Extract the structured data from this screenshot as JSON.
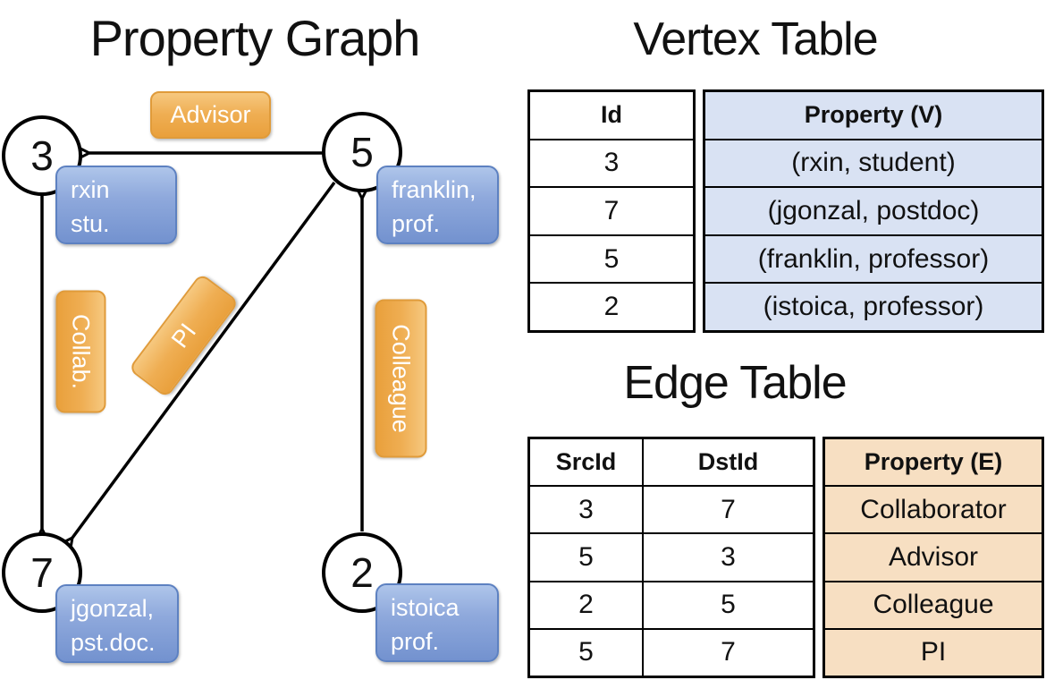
{
  "graph": {
    "title": "Property Graph",
    "nodes": [
      {
        "id": "3"
      },
      {
        "id": "5"
      },
      {
        "id": "7"
      },
      {
        "id": "2"
      }
    ],
    "edge_labels": [
      {
        "label": "Advisor"
      },
      {
        "label": "Collab."
      },
      {
        "label": "PI"
      },
      {
        "label": "Colleague"
      }
    ],
    "property_boxes": [
      {
        "line1": "rxin",
        "line2": "stu."
      },
      {
        "line1": "franklin,",
        "line2": "prof."
      },
      {
        "line1": "jgonzal,",
        "line2": "pst.doc."
      },
      {
        "line1": "istoica",
        "line2": "prof."
      }
    ]
  },
  "vertex_table": {
    "title": "Vertex Table",
    "headers": {
      "id": "Id",
      "property": "Property (V)"
    },
    "rows": [
      {
        "id": "3",
        "property": "(rxin, student)"
      },
      {
        "id": "7",
        "property": "(jgonzal, postdoc)"
      },
      {
        "id": "5",
        "property": "(franklin, professor)"
      },
      {
        "id": "2",
        "property": "(istoica, professor)"
      }
    ]
  },
  "edge_table": {
    "title": "Edge Table",
    "headers": {
      "src": "SrcId",
      "dst": "DstId",
      "property": "Property (E)"
    },
    "rows": [
      {
        "src": "3",
        "dst": "7",
        "property": "Collaborator"
      },
      {
        "src": "5",
        "dst": "3",
        "property": "Advisor"
      },
      {
        "src": "2",
        "dst": "5",
        "property": "Colleague"
      },
      {
        "src": "5",
        "dst": "7",
        "property": "PI"
      }
    ]
  },
  "colors": {
    "edge_label_orange": "#efae53",
    "vertex_box_blue": "#8fa9dc",
    "vertex_table_fill": "#d9e2f3",
    "edge_table_fill": "#f7dfc2",
    "line_black": "#000000"
  }
}
